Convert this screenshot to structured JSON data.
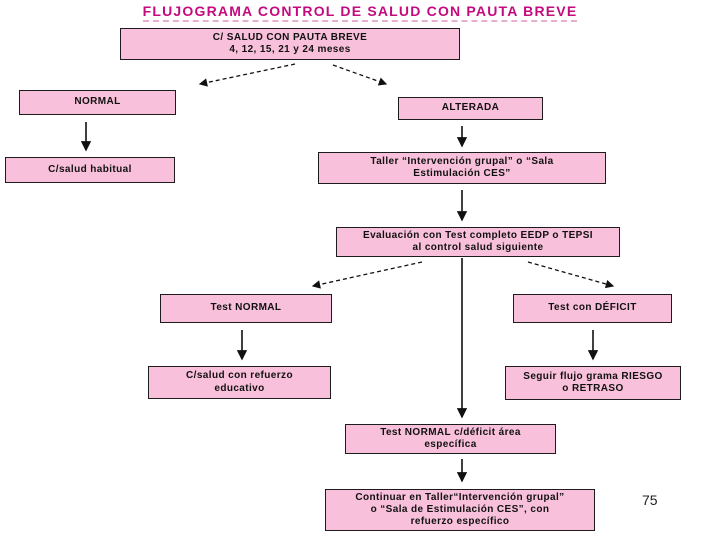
{
  "page": {
    "title": "FLUJOGRAMA CONTROL DE SALUD CON PAUTA BREVE",
    "page_number": "75"
  },
  "colors": {
    "title": "#c40a7e",
    "box_fill": "#f8c0da",
    "box_border": "#1c1c1c",
    "arrow": "#111111"
  },
  "flowchart": {
    "nodes": {
      "pauta_breve": {
        "label": "C/ SALUD CON PAUTA BREVE\n4, 12, 15, 21 y 24 meses"
      },
      "normal": {
        "label": "NORMAL"
      },
      "alterada": {
        "label": "ALTERADA"
      },
      "salud_habitual": {
        "label": "C/salud habitual"
      },
      "taller": {
        "label": "Taller “Intervención grupal” o “Sala\nEstimulación CES”"
      },
      "evaluacion": {
        "label": "Evaluación con Test completo EEDP o TEPSI\nal control salud siguiente"
      },
      "test_normal": {
        "label": "Test NORMAL"
      },
      "test_deficit": {
        "label": "Test con DÉFICIT"
      },
      "refuerzo_educativo": {
        "label": "C/salud con refuerzo\neducativo"
      },
      "seguir_flujograma": {
        "label": "Seguir flujo grama RIESGO\no RETRASO"
      },
      "test_normal_deficit": {
        "label": "Test NORMAL c/déficit área\nespecífica"
      },
      "continuar": {
        "label": "Continuar en Taller“Intervención grupal”\no “Sala de Estimulación CES”, con\nrefuerzo específico"
      }
    },
    "edges": [
      {
        "from": "pauta_breve",
        "to": "normal",
        "style": "dashed"
      },
      {
        "from": "pauta_breve",
        "to": "alterada",
        "style": "dashed"
      },
      {
        "from": "normal",
        "to": "salud_habitual",
        "style": "solid"
      },
      {
        "from": "alterada",
        "to": "taller",
        "style": "solid"
      },
      {
        "from": "taller",
        "to": "evaluacion",
        "style": "solid"
      },
      {
        "from": "evaluacion",
        "to": "test_normal",
        "style": "dashed"
      },
      {
        "from": "evaluacion",
        "to": "test_deficit",
        "style": "dashed"
      },
      {
        "from": "evaluacion",
        "to": "test_normal_deficit",
        "style": "solid"
      },
      {
        "from": "test_normal",
        "to": "refuerzo_educativo",
        "style": "solid"
      },
      {
        "from": "test_deficit",
        "to": "seguir_flujograma",
        "style": "solid"
      },
      {
        "from": "test_normal_deficit",
        "to": "continuar",
        "style": "solid"
      }
    ]
  }
}
